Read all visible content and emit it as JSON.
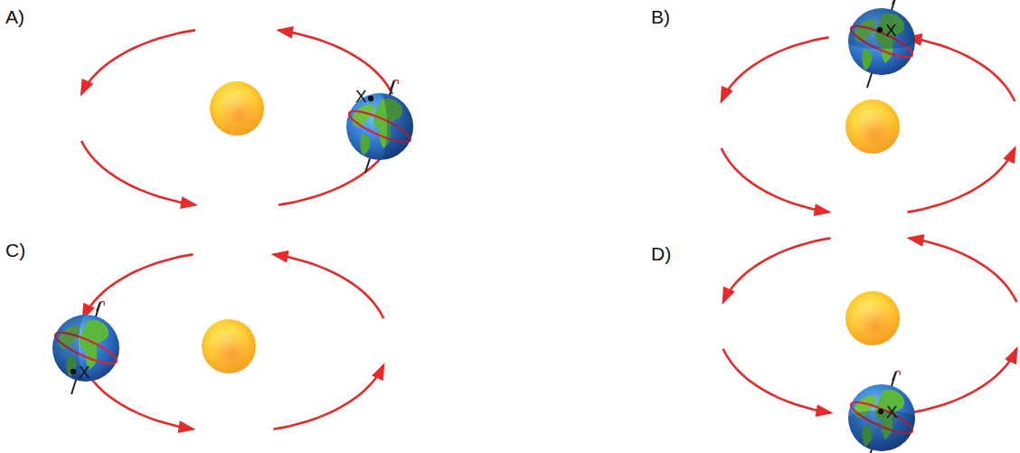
{
  "diagram": {
    "labels": [
      "A)",
      "B)",
      "C)",
      "D)",
      "X",
      "X",
      "X",
      "X"
    ]
  }
}
